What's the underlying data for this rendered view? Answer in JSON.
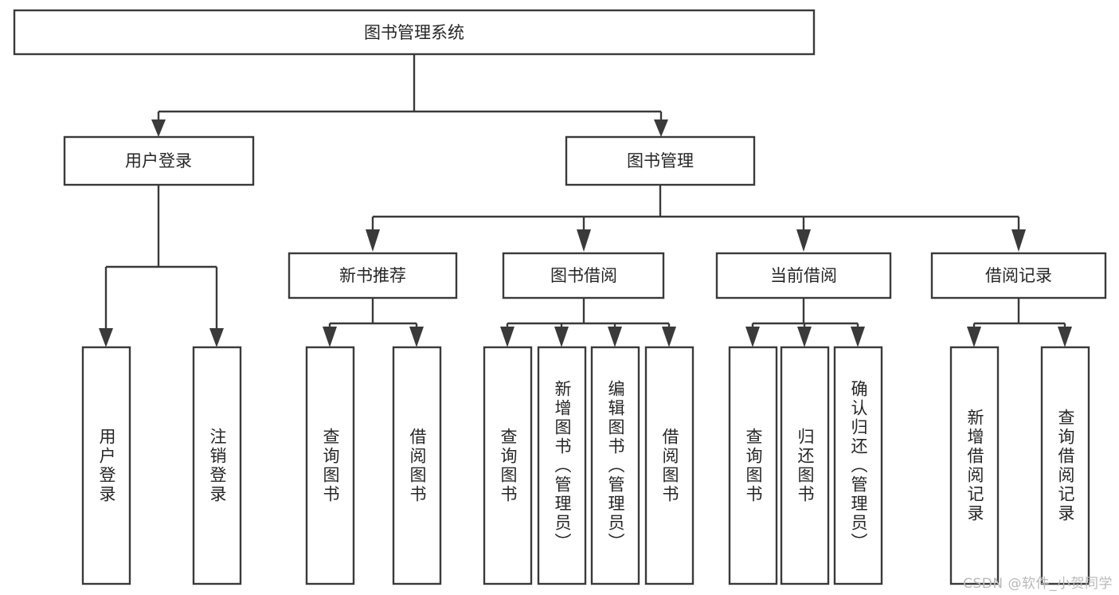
{
  "diagram": {
    "title": "图书管理系统",
    "type": "tree-hierarchy-chart",
    "root": {
      "label": "图书管理系统"
    },
    "level2": [
      {
        "label": "用户登录"
      },
      {
        "label": "图书管理"
      }
    ],
    "level3": [
      {
        "label": "新书推荐"
      },
      {
        "label": "图书借阅"
      },
      {
        "label": "当前借阅"
      },
      {
        "label": "借阅记录"
      }
    ],
    "leaves": {
      "user_login": [
        {
          "label": "用户登录"
        },
        {
          "label": "注销登录"
        }
      ],
      "new_book_recommend": [
        {
          "label": "查询图书"
        },
        {
          "label": "借阅图书"
        }
      ],
      "book_borrow": [
        {
          "label": "查询图书"
        },
        {
          "label": "新增图书（管理员）"
        },
        {
          "label": "编辑图书（管理员）"
        },
        {
          "label": "借阅图书"
        }
      ],
      "current_borrow": [
        {
          "label": "查询图书"
        },
        {
          "label": "归还图书"
        },
        {
          "label": "确认归还（管理员）"
        }
      ],
      "borrow_record": [
        {
          "label": "新增借阅记录"
        },
        {
          "label": "查询借阅记录"
        }
      ]
    },
    "watermark": "CSDN @软件_小贺同学",
    "colors": {
      "stroke": "#3a3a3a",
      "fill": "#ffffff",
      "text": "#262626",
      "watermark": "#b9b9b9"
    }
  }
}
